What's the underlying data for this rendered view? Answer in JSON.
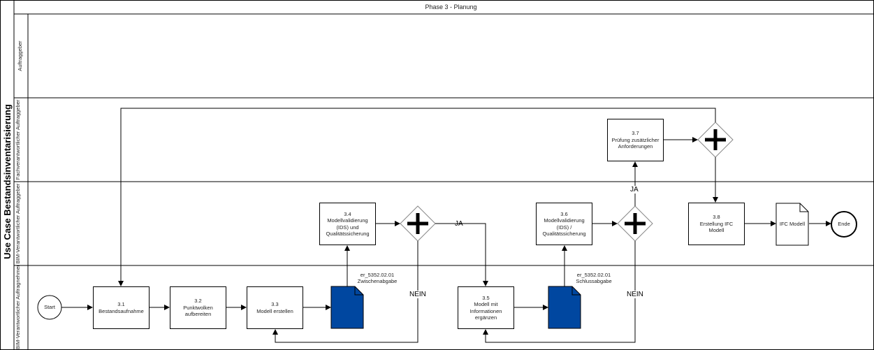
{
  "diagram": {
    "phase_title": "Phase 3 - Planung",
    "pool_title": "Use Case Bestandsinventarisierung",
    "lanes": [
      {
        "label": "Auftraggeber"
      },
      {
        "label": "Fachverantwortlicher\nAuftraggeber"
      },
      {
        "label": "BIM-Verantwortlicher\nAuftraggeber"
      },
      {
        "label": "BIM-Verantwortlicher\nAuftragnehmer"
      }
    ],
    "start_label": "Start",
    "end_label": "Ende",
    "tasks": {
      "t31": "3.1\nBestandsaufnahme",
      "t32": "3.2\nPunktwolken\naufbereiten",
      "t33": "3.3\nModell erstellen",
      "t34": "3.4\nModellvalidierung\n(IDS) und\nQualitätssicherung",
      "t35": "3.5\nModell mit\nInformationen\nergänzen",
      "t36": "3.6\nModellvalidierung\n(IDS) /\nQualitätssicherung",
      "t37": "3.7\nPrüfung zusätzlicher\nAnforderungen",
      "t38": "3.8\nErstellung  IFC\nModell"
    },
    "documents": {
      "doc1": "er_5352.02.01\nZwischenabgabe",
      "doc2": "er_5352.02.01\nSchlussabgabe",
      "ifc": "IFC Modell"
    },
    "labels": {
      "ja1": "JA",
      "nein1": "NEIN",
      "ja2": "JA",
      "nein2": "NEIN"
    },
    "colors": {
      "document_fill": "#0047a0",
      "line": "#000000"
    }
  }
}
